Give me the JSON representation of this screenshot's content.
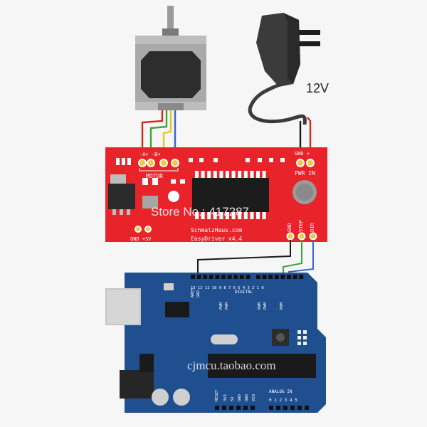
{
  "power": {
    "voltage": "12V"
  },
  "easydriver": {
    "motor_pins": "-A+  -B+",
    "motor_label": "MOTOR",
    "pwr_pins": "GND  +",
    "pwr_label": "PWR IN",
    "gnd_5v": "GND  +5V",
    "gnd_pin": "GND",
    "step_pin": "STEP",
    "dir_pin": "DIR",
    "brand_url": "SchmalzHaus.com",
    "version": "EasyDriver v4.4"
  },
  "arduino": {
    "aref": "AREF",
    "gnd": "GND",
    "pin_numbers": "13 12 11 10 9 8    7 6 5 4 3 2 1 0",
    "digital": "DIGITAL",
    "pwm": "PWM",
    "reset": "RESET",
    "v33": "3V3",
    "v5": "5V",
    "gnd2": "GND",
    "gnd3": "GND",
    "vin": "VIN",
    "analog_in": "ANALOG IN",
    "analog_nums": "0 1 2 3 4 5"
  },
  "watermarks": {
    "store": "Store No.: 417287",
    "taobao": "cjmcu.taobao.com"
  },
  "colors": {
    "board_red": "#e8232a",
    "arduino_blue": "#1f4f8e",
    "wire_red": "#d9261c",
    "wire_green": "#3aa53a",
    "wire_yellow": "#e6c619",
    "wire_blue": "#3a63c8",
    "wire_black": "#1a1a1a"
  }
}
